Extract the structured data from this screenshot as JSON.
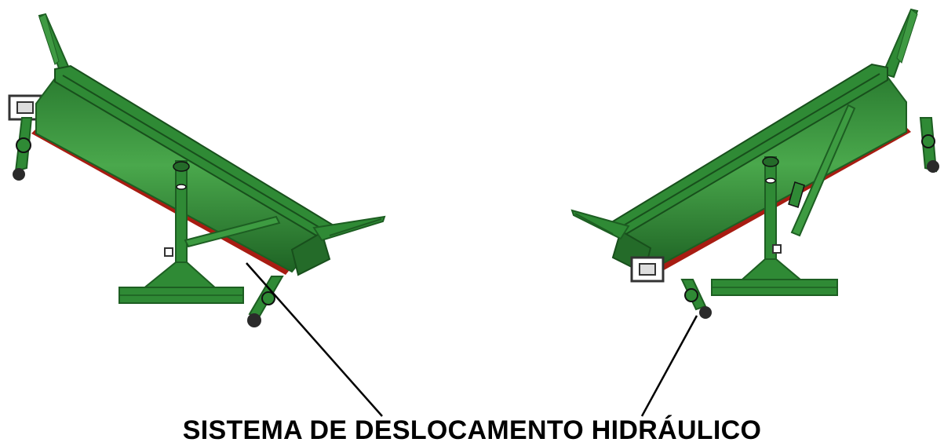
{
  "caption": "SISTEMA DE DESLOCAMENTO HIDRÁULICO",
  "colors": {
    "body_green": "#2f8a35",
    "dark_green": "#1d5e22",
    "light_green": "#4fae4f",
    "red_edge": "#a81c12",
    "metal": "#3a3a3a",
    "leader_line": "#000000"
  },
  "figure": {
    "left_implement": "implement-angled-left",
    "right_implement": "implement-angled-right"
  }
}
